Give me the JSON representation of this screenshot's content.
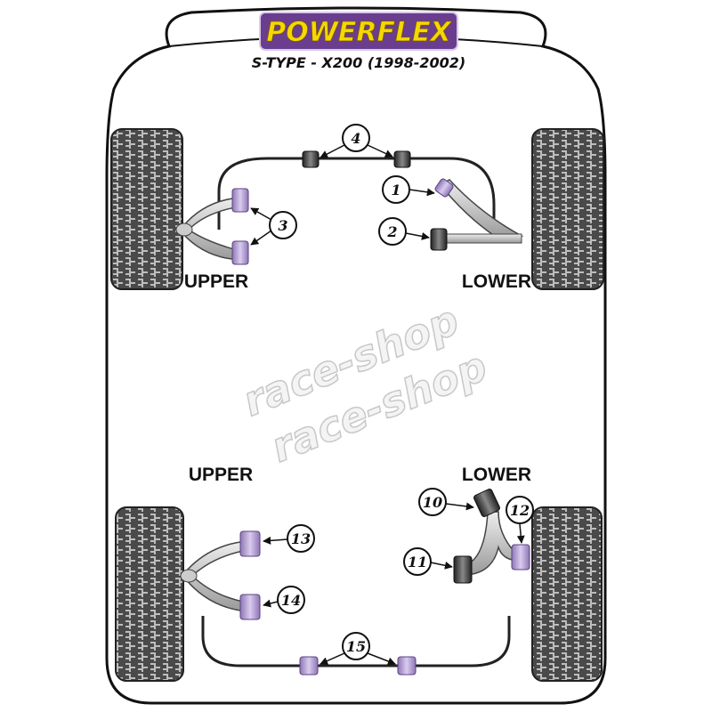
{
  "brand": {
    "logo_text": "POWERFLEX",
    "subtitle": "S-TYPE - X200 (1998-2002)"
  },
  "watermark": {
    "text": "race-shop"
  },
  "section_labels": {
    "front_upper": "UPPER",
    "front_lower": "LOWER",
    "rear_upper": "UPPER",
    "rear_lower": "LOWER"
  },
  "callouts": {
    "c1": "1",
    "c2": "2",
    "c3": "3",
    "c4": "4",
    "c10": "10",
    "c11": "11",
    "c12": "12",
    "c13": "13",
    "c14": "14",
    "c15": "15"
  },
  "colors": {
    "bush_purple": "#b9a3d6",
    "bush_dark": "#555555",
    "logo_bg": "#6a3d8f",
    "logo_text": "#f5d800",
    "tyre": "#5a5a5a"
  }
}
